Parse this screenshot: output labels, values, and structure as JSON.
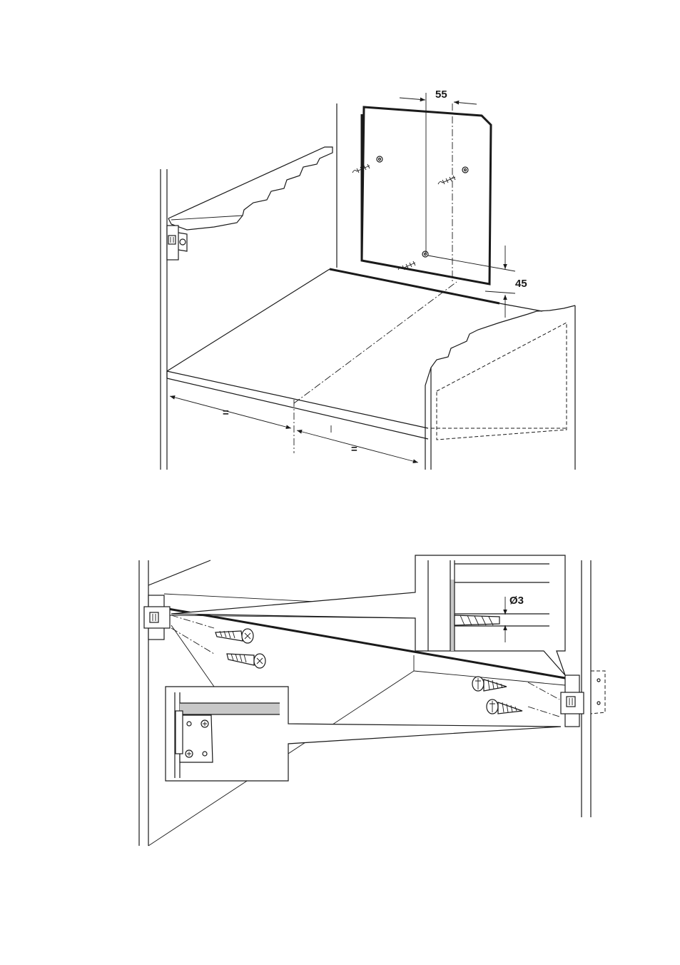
{
  "figure_top": {
    "dimension_horizontal": "55",
    "dimension_vertical": "45",
    "equal_mark_left": "=",
    "equal_mark_right": "="
  },
  "figure_bottom": {
    "drill_diameter": "Ø3"
  }
}
